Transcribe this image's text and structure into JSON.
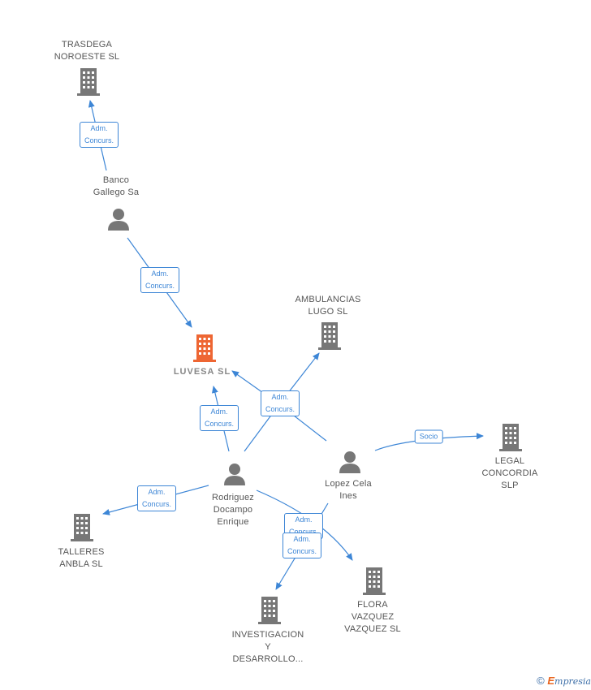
{
  "nodes": {
    "trasdega": "TRASDEGA\nNOROESTE SL",
    "banco": "Banco\nGallego Sa",
    "luvesa": "LUVESA SL",
    "ambulancias": "AMBULANCIAS\nLUGO SL",
    "legal": "LEGAL\nCONCORDIA\nSLP",
    "rodriguez": "Rodriguez\nDocampo\nEnrique",
    "lopez": "Lopez Cela\nInes",
    "talleres": "TALLERES\nANBLA SL",
    "flora": "FLORA\nVAZQUEZ\nVAZQUEZ SL",
    "investigacion": "INVESTIGACION\nY\nDESARROLLO..."
  },
  "edges": {
    "adm": "Adm.\nConcurs.",
    "socio": "Socio"
  },
  "colors": {
    "accent": "#3d86d6",
    "focus_company": "#ee6633",
    "node_gray": "#777777"
  },
  "brand": {
    "copyright": "©",
    "initial": "E",
    "rest": "mpresia"
  }
}
